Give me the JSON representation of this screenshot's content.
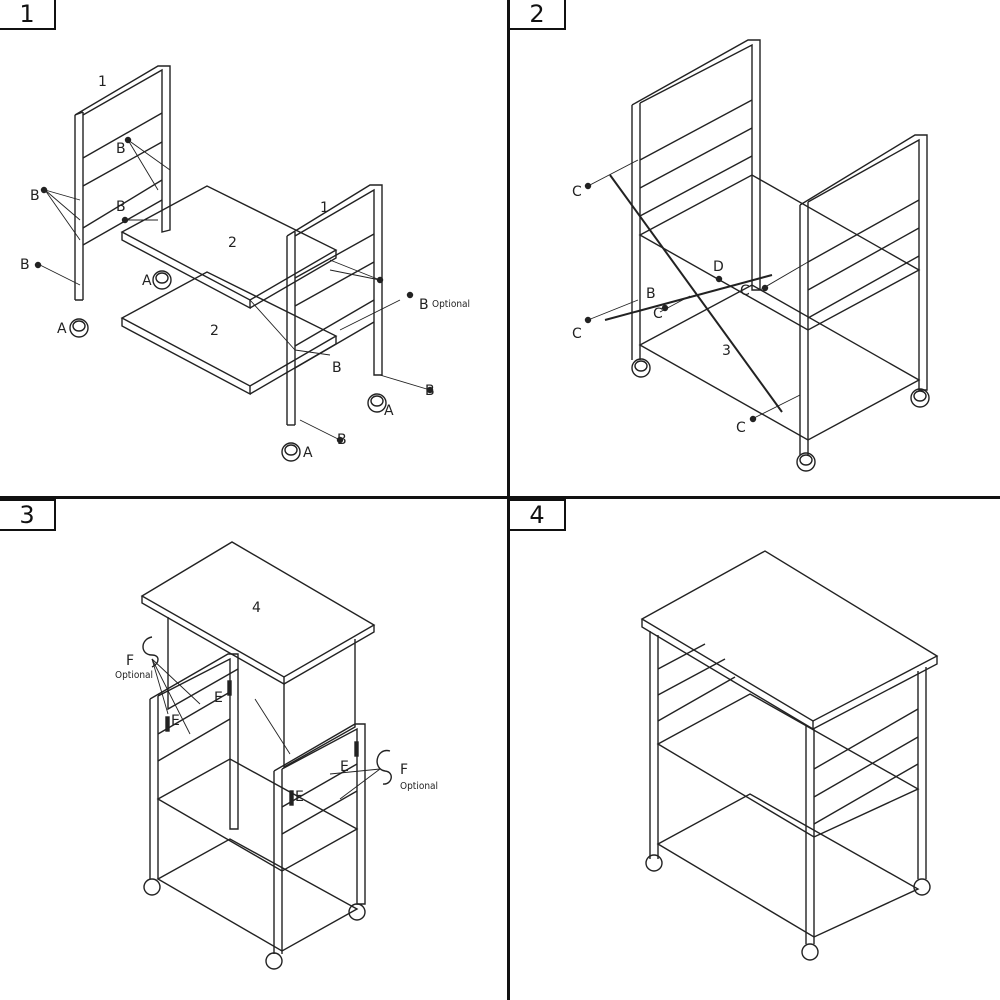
{
  "steps": [
    {
      "number": "1",
      "callouts": {
        "part_frame": "1",
        "part_shelf": "2",
        "caster": "A",
        "bolt": "B",
        "optional": "Optional"
      }
    },
    {
      "number": "2",
      "callouts": {
        "cross_bar": "3",
        "bolt": "C",
        "connector": "D",
        "ref_b": "B"
      }
    },
    {
      "number": "3",
      "callouts": {
        "top_board": "4",
        "hook": "F",
        "screw": "E",
        "optional": "Optional"
      }
    },
    {
      "number": "4",
      "callouts": {}
    }
  ],
  "colors": {
    "line": "#222222",
    "divider": "#111111",
    "background": "#ffffff"
  }
}
